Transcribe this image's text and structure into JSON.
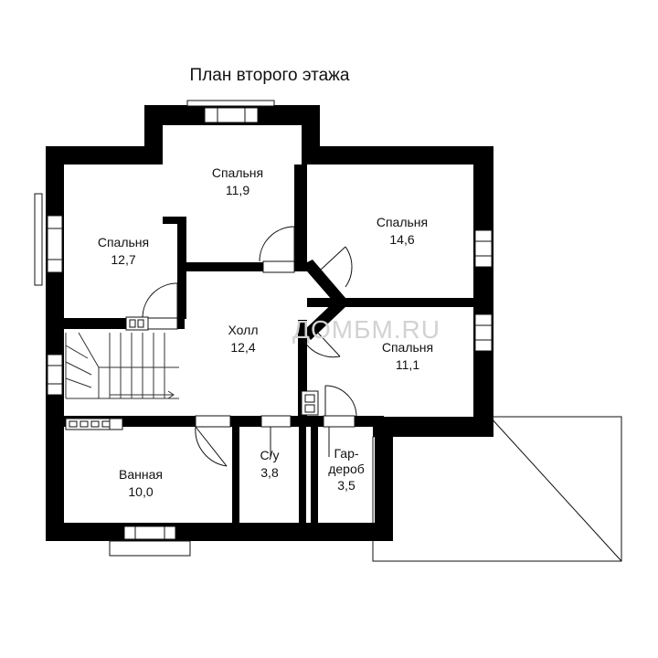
{
  "title": "План второго этажа",
  "watermark": "ДОМБМ.RU",
  "rooms": [
    {
      "name": "Спальня",
      "area": "11,9"
    },
    {
      "name": "Спальня",
      "area": "12,7"
    },
    {
      "name": "Спальня",
      "area": "14,6"
    },
    {
      "name": "Холл",
      "area": "12,4"
    },
    {
      "name": "Спальня",
      "area": "11,1"
    },
    {
      "name": "Ванная",
      "area": "10,0"
    },
    {
      "name": "С/у",
      "area": "3,8"
    },
    {
      "name": "Гар-",
      "name2": "дероб",
      "area": "3,5"
    }
  ],
  "colors": {
    "wall": "#000000",
    "line": "#111111",
    "background": "#ffffff"
  }
}
